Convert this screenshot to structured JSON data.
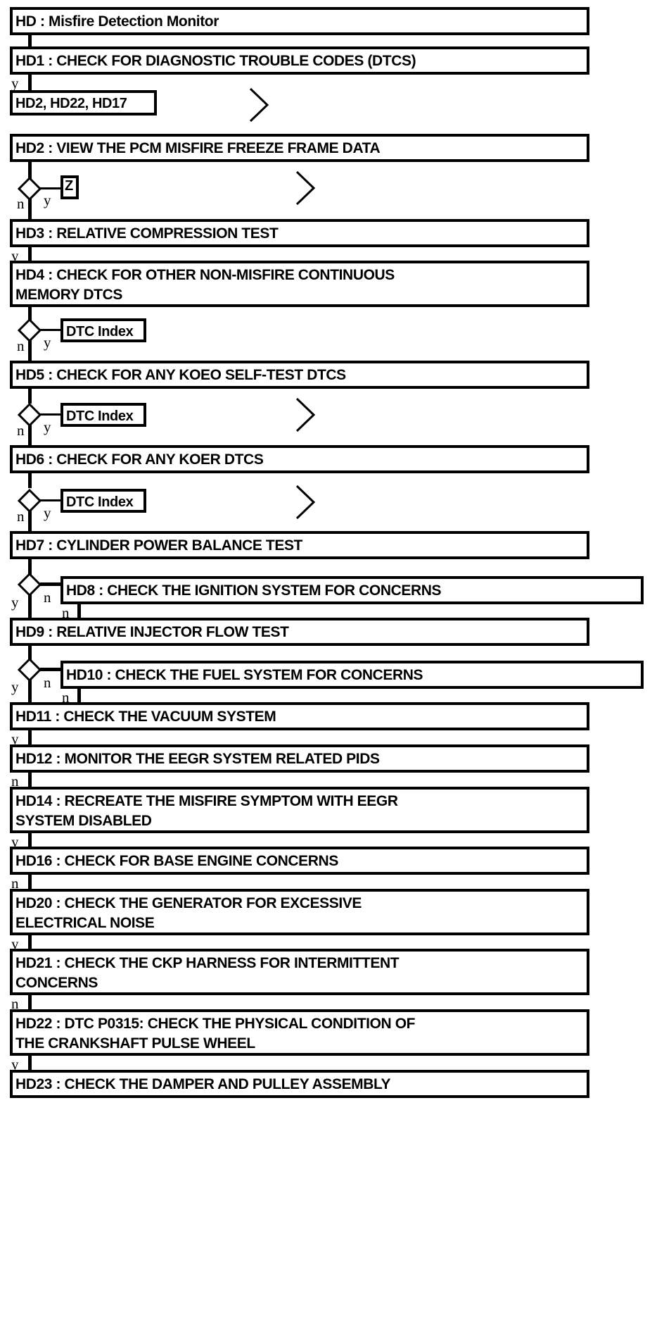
{
  "diagram": {
    "title": "HD : Misfire Detection Monitor",
    "type": "diagnostic-flowchart",
    "labels": {
      "yes": "y",
      "no": "n"
    },
    "colors": {
      "line": "#000000",
      "background": "#ffffff",
      "text": "#000000"
    },
    "nodes": [
      {
        "id": "HD",
        "text": "HD : Misfire Detection Monitor"
      },
      {
        "id": "HD1",
        "text": "HD1 : CHECK FOR DIAGNOSTIC TROUBLE CODES (DTCS)"
      },
      {
        "id": "REF1",
        "text": "HD2, HD22, HD17"
      },
      {
        "id": "HD2",
        "text": "HD2 : VIEW THE PCM MISFIRE FREEZE FRAME DATA"
      },
      {
        "id": "REFZ",
        "text": "Z"
      },
      {
        "id": "HD3",
        "text": "HD3 : RELATIVE COMPRESSION TEST"
      },
      {
        "id": "HD4",
        "text": "HD4 : CHECK FOR OTHER NON-MISFIRE CONTINUOUS\nMEMORY DTCS"
      },
      {
        "id": "IDX1",
        "text": "DTC Index"
      },
      {
        "id": "HD5",
        "text": "HD5 : CHECK FOR ANY KOEO SELF-TEST DTCS"
      },
      {
        "id": "IDX2",
        "text": "DTC Index"
      },
      {
        "id": "HD6",
        "text": "HD6 : CHECK FOR ANY KOER DTCS"
      },
      {
        "id": "IDX3",
        "text": "DTC Index"
      },
      {
        "id": "HD7",
        "text": "HD7 : CYLINDER POWER BALANCE TEST"
      },
      {
        "id": "HD8",
        "text": "HD8 : CHECK THE IGNITION SYSTEM FOR CONCERNS"
      },
      {
        "id": "HD9",
        "text": "HD9 : RELATIVE INJECTOR FLOW TEST"
      },
      {
        "id": "HD10",
        "text": "HD10 : CHECK THE FUEL SYSTEM FOR CONCERNS"
      },
      {
        "id": "HD11",
        "text": "HD11 : CHECK THE VACUUM SYSTEM"
      },
      {
        "id": "HD12",
        "text": "HD12 : MONITOR THE EEGR SYSTEM RELATED PIDS"
      },
      {
        "id": "HD14",
        "text": "HD14 : RECREATE THE MISFIRE SYMPTOM WITH EEGR\nSYSTEM DISABLED"
      },
      {
        "id": "HD16",
        "text": "HD16 : CHECK FOR BASE ENGINE CONCERNS"
      },
      {
        "id": "HD20",
        "text": "HD20 : CHECK THE GENERATOR FOR EXCESSIVE\nELECTRICAL NOISE"
      },
      {
        "id": "HD21",
        "text": "HD21 : CHECK THE CKP HARNESS FOR INTERMITTENT\nCONCERNS"
      },
      {
        "id": "HD22",
        "text": "HD22 : DTC P0315: CHECK THE PHYSICAL CONDITION OF\nTHE CRANKSHAFT PULSE WHEEL"
      },
      {
        "id": "HD23",
        "text": "HD23 : CHECK THE DAMPER AND PULLEY ASSEMBLY"
      }
    ],
    "edges": [
      {
        "from": "HD",
        "to": "HD1",
        "label": ""
      },
      {
        "from": "HD1",
        "to": "REF1",
        "label": "y"
      },
      {
        "from": "HD2",
        "to": "REFZ",
        "label": "y"
      },
      {
        "from": "HD2",
        "to": "HD3",
        "label": "n"
      },
      {
        "from": "HD3",
        "to": "HD4",
        "label": "y"
      },
      {
        "from": "HD4",
        "to": "IDX1",
        "label": "y"
      },
      {
        "from": "HD4",
        "to": "HD5",
        "label": "n"
      },
      {
        "from": "HD5",
        "to": "IDX2",
        "label": "y"
      },
      {
        "from": "HD5",
        "to": "HD6",
        "label": "n"
      },
      {
        "from": "HD6",
        "to": "IDX3",
        "label": "y"
      },
      {
        "from": "HD6",
        "to": "HD7",
        "label": "n"
      },
      {
        "from": "HD7",
        "to": "HD8",
        "label": "n"
      },
      {
        "from": "HD7",
        "to": "HD9",
        "label": "y"
      },
      {
        "from": "HD8",
        "to": "HD9",
        "label": "n"
      },
      {
        "from": "HD9",
        "to": "HD10",
        "label": "n"
      },
      {
        "from": "HD9",
        "to": "HD11",
        "label": "y"
      },
      {
        "from": "HD10",
        "to": "HD11",
        "label": "n"
      },
      {
        "from": "HD11",
        "to": "HD12",
        "label": "y"
      },
      {
        "from": "HD12",
        "to": "HD14",
        "label": "n"
      },
      {
        "from": "HD14",
        "to": "HD16",
        "label": "y"
      },
      {
        "from": "HD16",
        "to": "HD20",
        "label": "n"
      },
      {
        "from": "HD20",
        "to": "HD21",
        "label": "y"
      },
      {
        "from": "HD21",
        "to": "HD22",
        "label": "n"
      },
      {
        "from": "HD22",
        "to": "HD23",
        "label": "y"
      }
    ]
  }
}
